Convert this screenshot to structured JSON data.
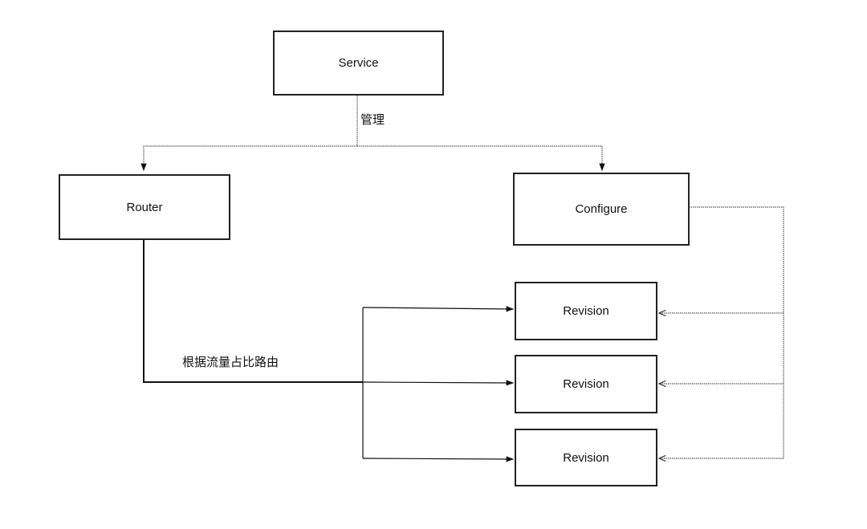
{
  "nodes": {
    "service": "Service",
    "router": "Router",
    "configure": "Configure",
    "revisions": [
      "Revision",
      "Revision",
      "Revision"
    ]
  },
  "edge_labels": {
    "manage": "管理",
    "route_by_traffic": "根据流量占比路由"
  }
}
